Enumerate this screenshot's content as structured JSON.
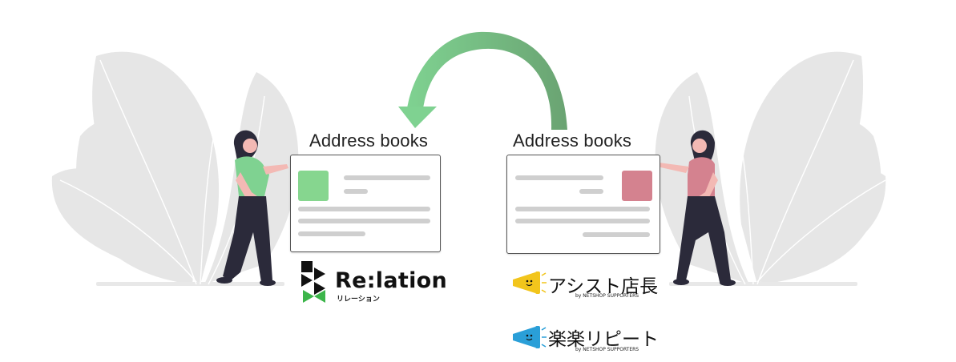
{
  "left_card": {
    "title": "Address books",
    "accent": "#86d68f"
  },
  "right_card": {
    "title": "Address books",
    "accent": "#d4828f"
  },
  "arrow": {
    "color_start": "#7fd291",
    "color_end": "#6aa372"
  },
  "logos": {
    "relation": {
      "name": "Re:lation",
      "sub": "リレーション",
      "icon": "relation-logo-icon"
    },
    "assist": {
      "name": "アシスト店長",
      "sub": "by NETSHOP SUPPORTERS",
      "icon": "megaphone-yellow-icon"
    },
    "rakuraku": {
      "name": "楽楽リピート",
      "sub": "by NETSHOP SUPPORTERS",
      "icon": "megaphone-blue-icon"
    }
  },
  "colors": {
    "plant": "#e6e6e6",
    "person_left_shirt": "#7fd291",
    "person_right_shirt": "#d4828f",
    "pants": "#2b2a3a"
  }
}
